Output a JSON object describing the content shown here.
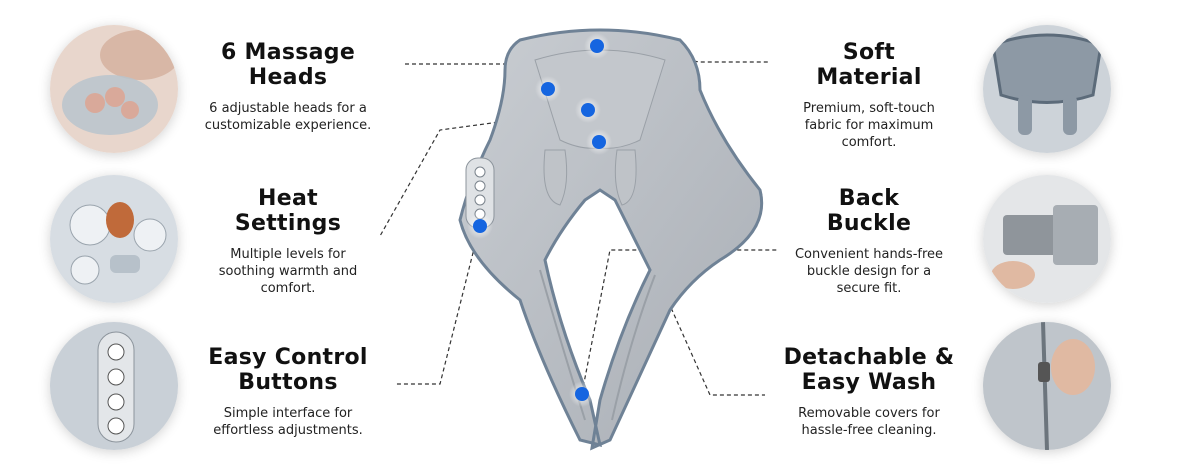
{
  "features_left": [
    {
      "title": "6 Massage\nHeads",
      "desc": "6 adjustable heads for a\ncustomizable experience.",
      "icon": "massage-heads-photo"
    },
    {
      "title": "Heat\nSettings",
      "desc": "Multiple levels for\nsoothing warmth and\ncomfort.",
      "icon": "heat-nodes-photo"
    },
    {
      "title": "Easy Control\nButtons",
      "desc": "Simple interface for\neffortless adjustments.",
      "icon": "control-panel-photo"
    }
  ],
  "features_right": [
    {
      "title": "Soft\nMaterial",
      "desc": "Premium, soft-touch\nfabric for maximum\ncomfort.",
      "icon": "fabric-photo"
    },
    {
      "title": "Back\nBuckle",
      "desc": "Convenient hands-free\nbuckle design for a\nsecure fit.",
      "icon": "buckle-photo"
    },
    {
      "title": "Detachable &\nEasy Wash",
      "desc": "Removable covers for\nhassle-free cleaning.",
      "icon": "zipper-photo"
    }
  ],
  "colors": {
    "accent_dot": "#1565e0",
    "product_gray": "#b7bcc2",
    "product_edge": "#6f8296"
  }
}
